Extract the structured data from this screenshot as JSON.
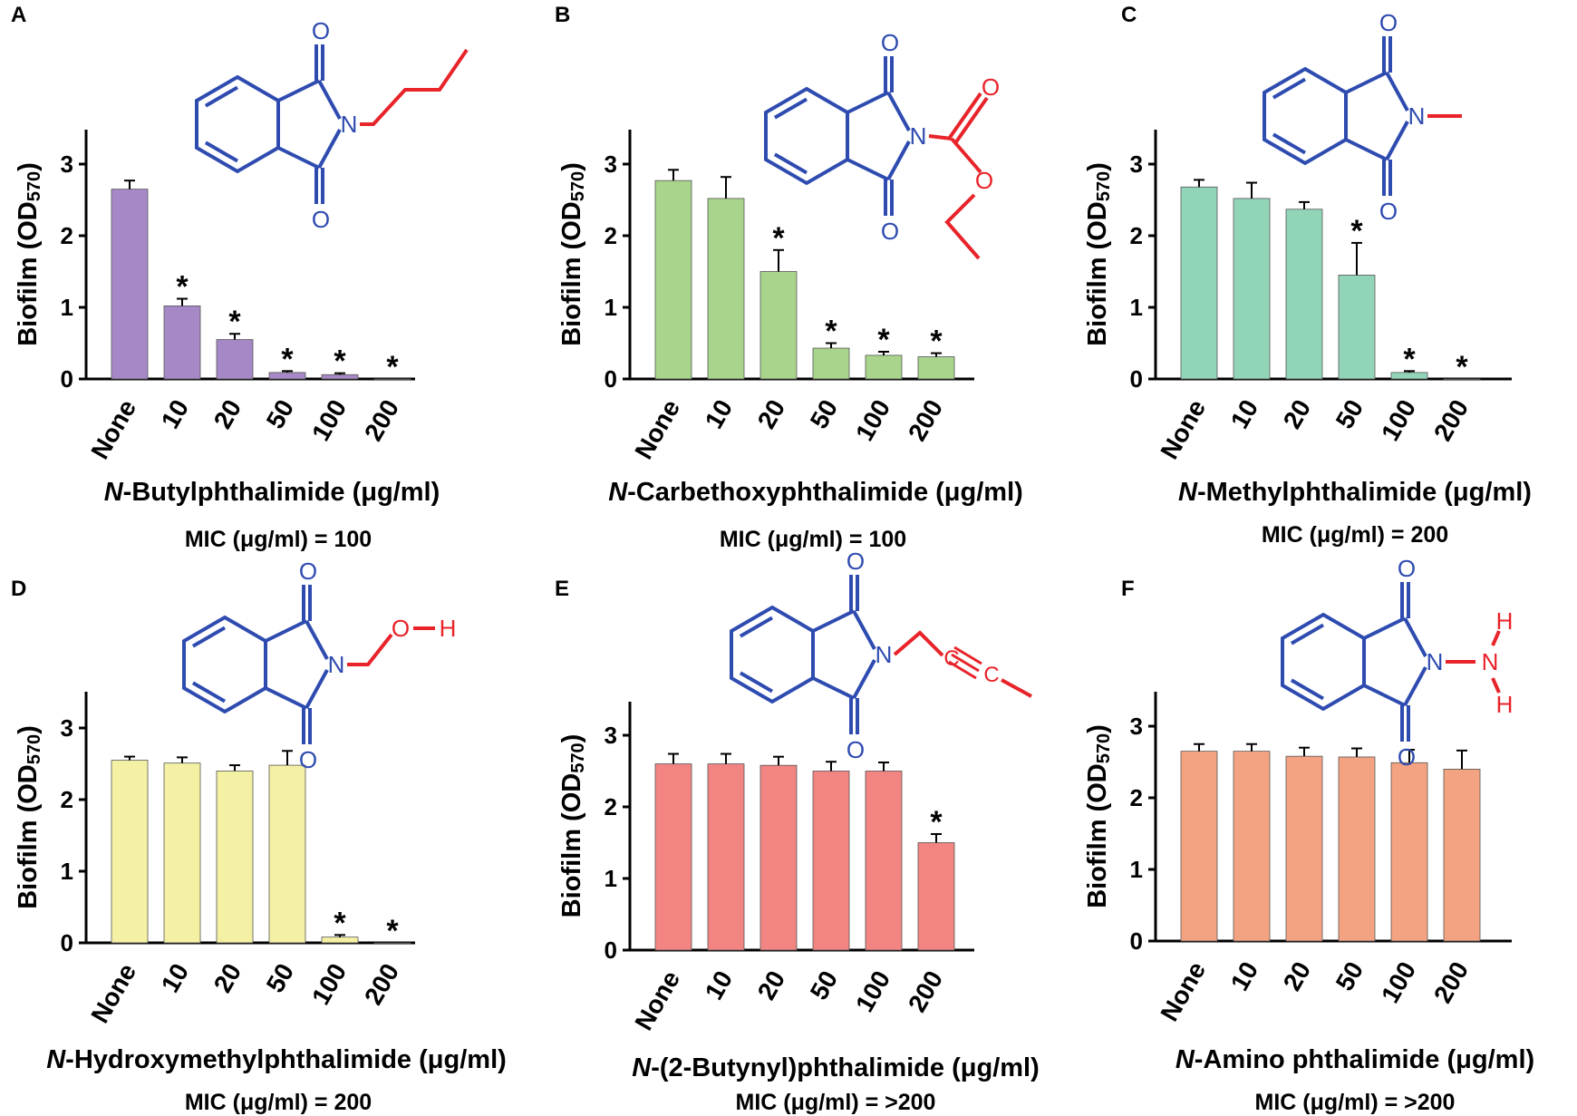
{
  "figure": {
    "categories": [
      "None",
      "10",
      "20",
      "50",
      "100",
      "200"
    ],
    "ylabel": "Biofilm (OD",
    "ylabel_sub": "570",
    "ylabel_close": ")",
    "axis_color": "#000000",
    "ring_color": "#2e4bb0",
    "substituent_color": "#e8232a"
  },
  "chart_data": [
    {
      "type": "bar",
      "panel": "A",
      "categories": [
        "None",
        "10",
        "20",
        "50",
        "100",
        "200"
      ],
      "values": [
        2.65,
        1.02,
        0.55,
        0.09,
        0.06,
        0.0
      ],
      "errors": [
        0.12,
        0.1,
        0.08,
        0.02,
        0.02,
        0.0
      ],
      "significant": [
        false,
        true,
        true,
        true,
        true,
        true
      ],
      "xlabel_italic": "N",
      "xlabel_rest": "-Butylphthalimide (μg/ml)",
      "ylabel": "Biofilm (OD570)",
      "ylim": [
        0,
        3.5
      ],
      "yticks": [
        0,
        1,
        2,
        3
      ],
      "mic": "MIC (μg/ml) = 100",
      "color": "#a688c6",
      "structure": {
        "n": "N",
        "o": "O"
      }
    },
    {
      "type": "bar",
      "panel": "B",
      "categories": [
        "None",
        "10",
        "20",
        "50",
        "100",
        "200"
      ],
      "values": [
        2.77,
        2.52,
        1.5,
        0.43,
        0.33,
        0.31
      ],
      "errors": [
        0.15,
        0.3,
        0.3,
        0.07,
        0.05,
        0.05
      ],
      "significant": [
        false,
        false,
        true,
        true,
        true,
        true
      ],
      "xlabel_italic": "N",
      "xlabel_rest": "-Carbethoxyphthalimide (μg/ml)",
      "ylabel": "Biofilm (OD570)",
      "ylim": [
        0,
        3.5
      ],
      "yticks": [
        0,
        1,
        2,
        3
      ],
      "mic": "MIC (μg/ml) = 100",
      "color": "#a8d48c",
      "structure": {
        "n": "N",
        "o": "O"
      }
    },
    {
      "type": "bar",
      "panel": "C",
      "categories": [
        "None",
        "10",
        "20",
        "50",
        "100",
        "200"
      ],
      "values": [
        2.68,
        2.52,
        2.37,
        1.45,
        0.09,
        0.0
      ],
      "errors": [
        0.1,
        0.22,
        0.1,
        0.45,
        0.02,
        0.0
      ],
      "significant": [
        false,
        false,
        false,
        true,
        true,
        true
      ],
      "xlabel_italic": "N",
      "xlabel_rest": "-Methylphthalimide (μg/ml)",
      "ylabel": "Biofilm (OD570)",
      "ylim": [
        0,
        3.5
      ],
      "yticks": [
        0,
        1,
        2,
        3
      ],
      "mic": "MIC (μg/ml) = 200",
      "color": "#92d4b8",
      "structure": {
        "n": "N",
        "o": "O"
      }
    },
    {
      "type": "bar",
      "panel": "D",
      "categories": [
        "None",
        "10",
        "20",
        "50",
        "100",
        "200"
      ],
      "values": [
        2.55,
        2.51,
        2.4,
        2.48,
        0.08,
        0.0
      ],
      "errors": [
        0.05,
        0.08,
        0.08,
        0.2,
        0.03,
        0.0
      ],
      "significant": [
        false,
        false,
        false,
        false,
        true,
        true
      ],
      "xlabel_italic": "N",
      "xlabel_rest": "-Hydroxymethylphthalimide (μg/ml)",
      "ylabel": "Biofilm (OD570)",
      "ylim": [
        0,
        3.5
      ],
      "yticks": [
        0,
        1,
        2,
        3
      ],
      "mic": "MIC (μg/ml) = 200",
      "color": "#f4f0a4",
      "structure": {
        "n": "N",
        "o": "O",
        "o2": "O",
        "h": "H"
      }
    },
    {
      "type": "bar",
      "panel": "E",
      "categories": [
        "None",
        "10",
        "20",
        "50",
        "100",
        "200"
      ],
      "values": [
        2.6,
        2.6,
        2.58,
        2.5,
        2.5,
        1.5
      ],
      "errors": [
        0.14,
        0.14,
        0.12,
        0.13,
        0.12,
        0.12
      ],
      "significant": [
        false,
        false,
        false,
        false,
        false,
        true
      ],
      "xlabel_italic": "N",
      "xlabel_rest": "-(2-Butynyl)phthalimide (μg/ml)",
      "ylabel": "Biofilm (OD570)",
      "ylim": [
        0,
        3.5
      ],
      "yticks": [
        0,
        1,
        2,
        3
      ],
      "mic": "MIC (μg/ml) = >200",
      "color": "#f28482",
      "structure": {
        "n": "N",
        "o": "O",
        "c": "C"
      }
    },
    {
      "type": "bar",
      "panel": "F",
      "categories": [
        "None",
        "10",
        "20",
        "50",
        "100",
        "200"
      ],
      "values": [
        2.65,
        2.65,
        2.58,
        2.57,
        2.49,
        2.4
      ],
      "errors": [
        0.1,
        0.1,
        0.12,
        0.12,
        0.18,
        0.26
      ],
      "significant": [
        false,
        false,
        false,
        false,
        false,
        false
      ],
      "xlabel_italic": "N",
      "xlabel_rest": "-Amino phthalimide (μg/ml)",
      "ylabel": "Biofilm (OD570)",
      "ylim": [
        0,
        3.5
      ],
      "yticks": [
        0,
        1,
        2,
        3
      ],
      "mic": "MIC (μg/ml) = >200",
      "color": "#f4a382",
      "structure": {
        "n": "N",
        "o": "O",
        "n2": "N",
        "h": "H"
      }
    }
  ]
}
